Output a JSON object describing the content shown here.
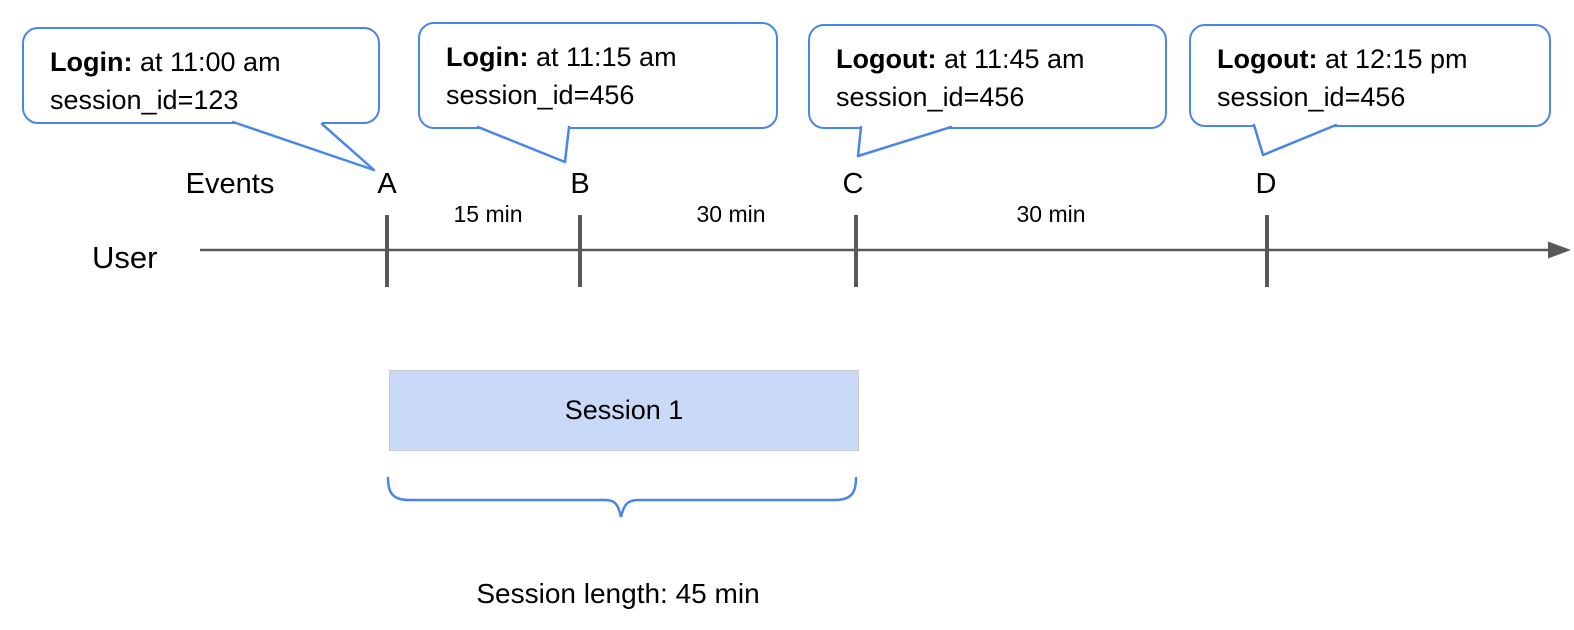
{
  "callouts": [
    {
      "label": "Login:",
      "time": " at 11:00 am",
      "detail": "session_id=123"
    },
    {
      "label": "Login:",
      "time": " at 11:15 am",
      "detail": "session_id=456"
    },
    {
      "label": "Logout:",
      "time": " at 11:45 am",
      "detail": "session_id=456"
    },
    {
      "label": "Logout:",
      "time": " at 12:15 pm",
      "detail": "session_id=456"
    }
  ],
  "timeline": {
    "events_label": "Events",
    "user_label": "User",
    "event_markers": [
      "A",
      "B",
      "C",
      "D"
    ],
    "intervals": [
      "15 min",
      "30 min",
      "30 min"
    ]
  },
  "session": {
    "box_label": "Session 1",
    "length_label": "Session length: 45 min"
  },
  "colors": {
    "accent_blue": "#4a86e8",
    "session_box_fill": "#c9daf8",
    "timeline_gray": "#595959"
  }
}
